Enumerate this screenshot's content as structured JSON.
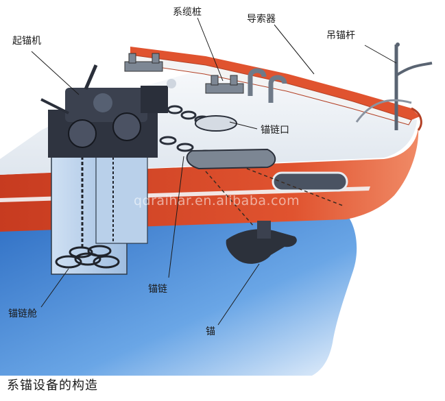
{
  "labels": {
    "windlass": "起锚机",
    "bollard": "系缆桩",
    "fairlead": "导索器",
    "davit": "吊锚杆",
    "hawse_pipe": "锚链口",
    "chain": "锚链",
    "chain_locker": "锚链舱",
    "anchor": "锚"
  },
  "caption": "系锚设备的构造",
  "watermark": "qdraihar.en.alibaba.com",
  "colors": {
    "hull_red": "#d9482b",
    "hull_blue": "#3f7fd0",
    "deck": "#eef2f6",
    "machinery": "#2f3440"
  }
}
